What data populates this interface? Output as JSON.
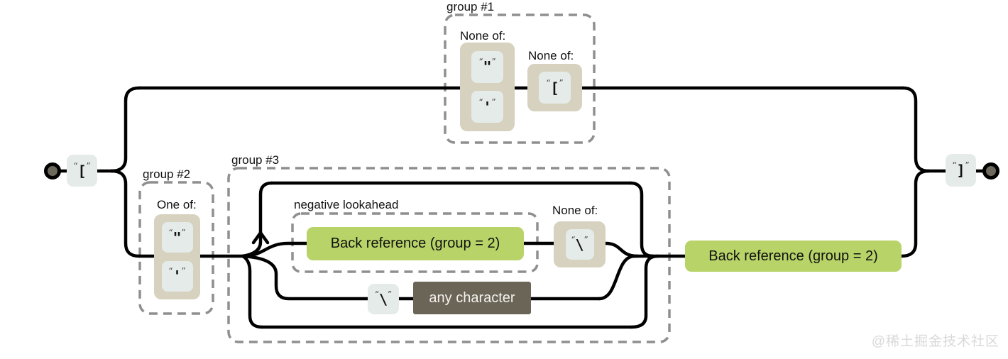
{
  "quotes": {
    "open": "“",
    "close": "”"
  },
  "start": {
    "char": "["
  },
  "end": {
    "char": "]"
  },
  "group1": {
    "label": "group #1",
    "class1": {
      "label": "None of:",
      "chars": [
        "\"",
        "'"
      ]
    },
    "class2": {
      "label": "None of:",
      "chars": [
        "["
      ]
    }
  },
  "group2": {
    "label": "group #2",
    "class1": {
      "label": "One of:",
      "chars": [
        "\"",
        "'"
      ]
    }
  },
  "group3": {
    "label": "group #3",
    "lookahead": {
      "label": "negative lookahead",
      "backref_label": "Back reference (group = 2)"
    },
    "noneof": {
      "label": "None of:",
      "chars": [
        "\\"
      ]
    },
    "escape": {
      "char": "\\"
    },
    "anychar_label": "any character"
  },
  "backref2": {
    "label": "Back reference (group = 2)"
  },
  "watermark": "@稀土掘金技术社区",
  "colors": {
    "line": "#000000",
    "dashed_border": "#8f8f8f",
    "literal_box": "#e4ebe8",
    "class_container": "#d6d2bf",
    "backref_green": "#b8d468",
    "anychar_dark": "#6b6557",
    "node_fill": "#6e695d",
    "watermark_gray": "#d9d9d9"
  }
}
